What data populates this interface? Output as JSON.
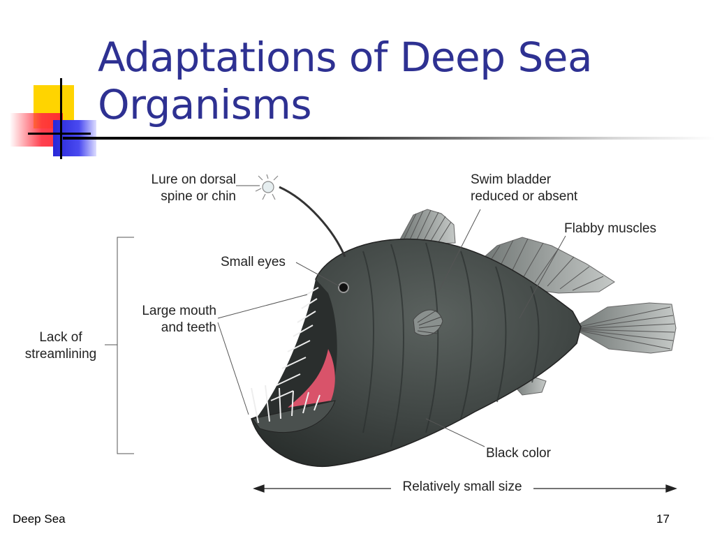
{
  "slide": {
    "title": "Adaptations of Deep Sea Organisms",
    "footer_left": "Deep Sea",
    "page_number": "17"
  },
  "labels": {
    "lure": [
      "Lure on dorsal",
      "spine or chin"
    ],
    "swim_bladder": [
      "Swim bladder",
      "reduced or absent"
    ],
    "flabby_muscles": "Flabby muscles",
    "small_eyes": "Small eyes",
    "large_mouth": [
      "Large mouth",
      "and teeth"
    ],
    "lack_streamlining": [
      "Lack of",
      "streamlining"
    ],
    "black_color": "Black color",
    "small_size": "Relatively small size"
  },
  "colors": {
    "title": "#2e3192",
    "fish_body": "#3f4543",
    "fins": "#a7acaa",
    "mouth": "#d9536a"
  }
}
